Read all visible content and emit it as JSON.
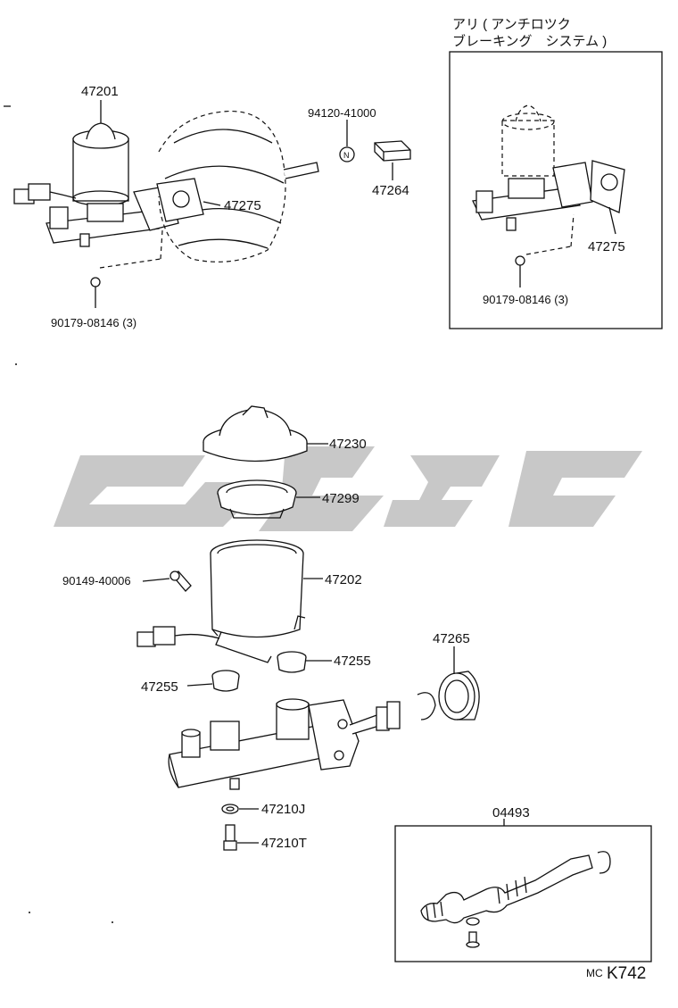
{
  "diagram": {
    "parts": {
      "p47201": "47201",
      "p47275_a": "47275",
      "p94120": "94120-41000",
      "p47264": "47264",
      "p90179_a": "90179-08146 (3)",
      "p47230": "47230",
      "p47299": "47299",
      "p90149": "90149-40006",
      "p47202": "47202",
      "p47265": "47265",
      "p47255_a": "47255",
      "p47255_b": "47255",
      "p47210J": "47210J",
      "p47210T": "47210T",
      "p04493": "04493"
    },
    "inset": {
      "title_line1": "アリ ( アンチロツク",
      "title_line2": "ブレーキング　システム )",
      "p47275_b": "47275",
      "p90179_b": "90179-08146 (3)"
    },
    "nut_marker": "N",
    "corner_mark": {
      "prefix": "MC",
      "code": "K742"
    },
    "watermark_color": "#c8c8c8"
  }
}
